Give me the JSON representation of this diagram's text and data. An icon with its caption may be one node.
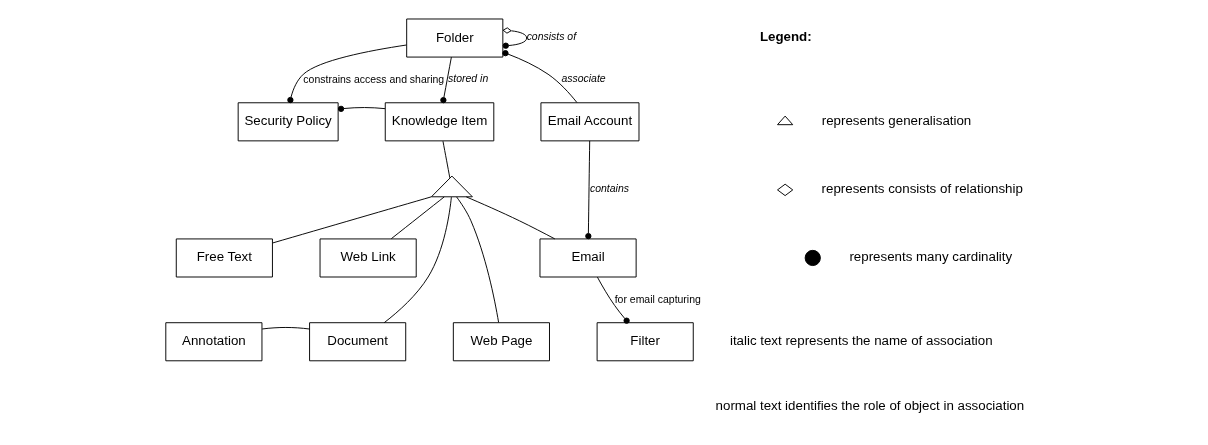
{
  "diagram": {
    "nodes": [
      {
        "text": [
          "Folder"
        ]
      },
      {
        "text": [
          "Security Policy"
        ]
      },
      {
        "text": [
          "Knowledge Item"
        ]
      },
      {
        "text": [
          "Email Account"
        ]
      },
      {
        "text": [],
        "shape": "triangle"
      },
      {
        "text": [
          "Free Text"
        ]
      },
      {
        "text": [
          "Web Link"
        ]
      },
      {
        "text": [
          "Email"
        ]
      },
      {
        "text": [
          "Annotation"
        ]
      },
      {
        "text": [
          "Document"
        ]
      },
      {
        "text": [
          "Web Page"
        ]
      },
      {
        "text": [
          "Filter"
        ]
      }
    ],
    "edges": [
      {
        "from": 0,
        "to": 0,
        "arrow": "other",
        "label": "consists of"
      },
      {
        "from": 0,
        "to": 1,
        "arrow": "other",
        "label": "constrains access and sharing"
      },
      {
        "from": 0,
        "to": 2,
        "arrow": "other",
        "label": "stored in"
      },
      {
        "from": 3,
        "to": 0,
        "arrow": "other",
        "label": "associate"
      },
      {
        "from": 2,
        "to": 1,
        "arrow": "other"
      },
      {
        "from": 2,
        "to": 4,
        "arrow": "none"
      },
      {
        "from": 4,
        "to": 5,
        "arrow": "none"
      },
      {
        "from": 4,
        "to": 9,
        "arrow": "none"
      },
      {
        "from": 4,
        "to": 6,
        "arrow": "none"
      },
      {
        "from": 4,
        "to": 10,
        "arrow": "none"
      },
      {
        "from": 4,
        "to": 7,
        "arrow": "none"
      },
      {
        "from": 3,
        "to": 7,
        "arrow": "other",
        "label": "contains"
      },
      {
        "from": 7,
        "to": 11,
        "arrow": "other",
        "label": "for email capturing"
      },
      {
        "from": 8,
        "to": 9,
        "arrow": "none"
      }
    ],
    "labels": [
      "Legend:",
      "italic text represents the name of association",
      "normal text identifies the role of object in association"
    ],
    "legend": [
      {
        "text": "represents generalisation"
      },
      {
        "text": "represents consists of relationship"
      },
      {
        "text": "represents many cardinality"
      }
    ]
  }
}
